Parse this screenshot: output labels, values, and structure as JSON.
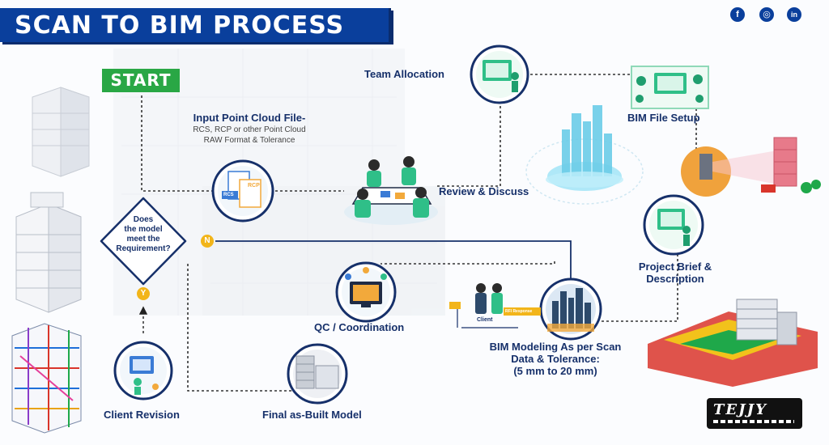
{
  "title": "SCAN TO BIM PROCESS",
  "start": "START",
  "social": {
    "facebook": "f",
    "instagram": "◎",
    "linkedin": "in"
  },
  "steps": {
    "input": {
      "title": "Input Point Cloud File-",
      "line1": "RCS, RCP or other Point Cloud",
      "line2": "RAW Format & Tolerance"
    },
    "team": "Team Allocation",
    "bim_setup": "BIM File Setup",
    "review": "Review & Discuss",
    "brief": {
      "line1": "Project Brief &",
      "line2": "Description"
    },
    "decision": {
      "line1": "Does",
      "line2": "the model",
      "line3": "meet the",
      "line4": "Requirement?"
    },
    "qc": "QC / Coordination",
    "modeling": {
      "line1": "BIM Modeling As per Scan",
      "line2": "Data & Tolerance:",
      "line3": "(5 mm to 20 mm)"
    },
    "client_revision": "Client Revision",
    "final": "Final as-Built Model"
  },
  "badges": {
    "no": "N",
    "yes": "Y"
  },
  "icon_text": {
    "rcp": "RCP",
    "rcs": "RCS",
    "client": "Client",
    "rfi": "RFI Response"
  },
  "logo": "TEJJY",
  "colors": {
    "banner": "#0a3f9c",
    "start": "#29a745",
    "navy": "#16306a",
    "badge": "#f2b51a",
    "green": "#1f9e6e"
  }
}
